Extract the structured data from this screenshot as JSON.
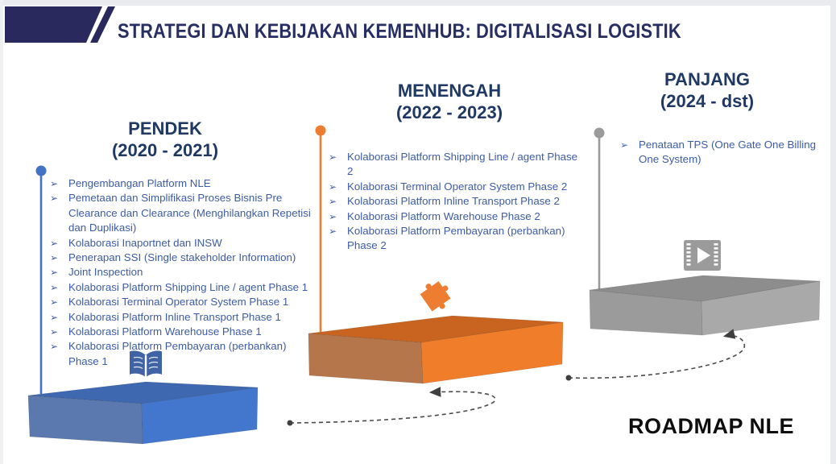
{
  "slide": {
    "title": "STRATEGI DAN KEBIJAKAN KEMENHUB: DIGITALISASI LOGISTIK",
    "footer": "ROADMAP NLE"
  },
  "ui": {
    "bullet_glyph": "➢"
  },
  "colors": {
    "title_text": "#262e63",
    "header_text": "#1f3864",
    "item_text": "#3d5ca6",
    "banner": "#29295d",
    "accent_blue": "#4472c4",
    "accent_orange": "#ed7d31",
    "accent_gray": "#9b9b9b",
    "blue_top": "#3e68b0",
    "blue_left": "#5b79ae",
    "blue_front": "#4377ce",
    "orange_top": "#c8641f",
    "orange_left": "#b5764b",
    "orange_front": "#f07d2a",
    "gray_top": "#8d8d8d",
    "gray_left": "#9b9b9b",
    "gray_front": "#a9a9a9",
    "book_icon": "#3f63a5",
    "puzzle_icon": "#ed7d31",
    "film_icon": "#9b9b9b"
  },
  "phases": [
    {
      "title": "PENDEK",
      "period": "(2020 - 2021)",
      "icon": "open-book-icon",
      "items": [
        "Pengembangan Platform NLE",
        "Pemetaan dan Simplifikasi Proses Bisnis Pre Clearance dan Clearance (Menghilangkan Repetisi dan Duplikasi)",
        "Kolaborasi Inaportnet dan INSW",
        "Penerapan SSI (Single stakeholder Information)",
        "Joint Inspection",
        "Kolaborasi Platform Shipping Line / agent Phase 1",
        "Kolaborasi Terminal Operator System Phase 1",
        "Kolaborasi Platform Inline Transport Phase 1",
        "Kolaborasi Platform Warehouse Phase 1",
        "Kolaborasi Platform Pembayaran (perbankan) Phase 1"
      ]
    },
    {
      "title": "MENENGAH",
      "period": "(2022 - 2023)",
      "icon": "puzzle-icon",
      "items": [
        "Kolaborasi Platform Shipping Line / agent Phase 2",
        "Kolaborasi Terminal Operator System Phase 2",
        "Kolaborasi Platform Inline Transport Phase 2",
        "Kolaborasi Platform Warehouse Phase 2",
        "Kolaborasi Platform Pembayaran (perbankan) Phase 2"
      ]
    },
    {
      "title": "PANJANG",
      "period": "(2024 - dst)",
      "icon": "video-play-icon",
      "items": [
        "Penataan TPS (One Gate One Billing One System)"
      ]
    }
  ]
}
